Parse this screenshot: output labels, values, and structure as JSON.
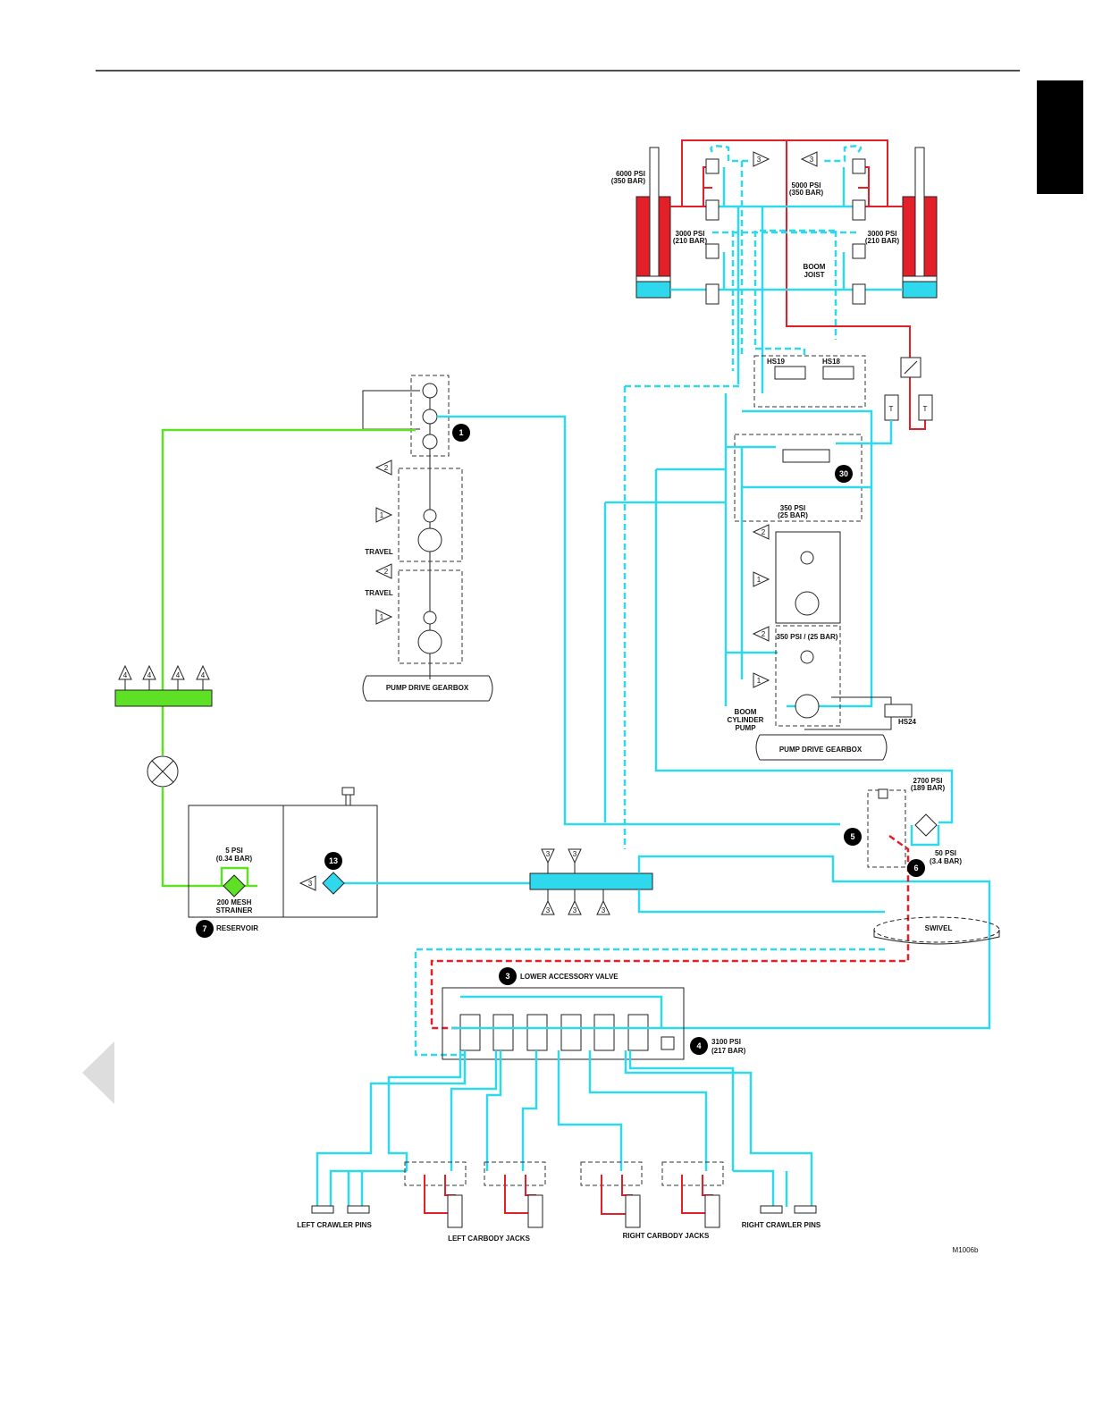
{
  "diagram": {
    "figure_id": "M1006b",
    "colors": {
      "pressure": "#e3202a",
      "return": "#2fd8ec",
      "suction": "#5ee025",
      "tab": "#000000"
    },
    "boom_hoist": {
      "relief_left": [
        "6000 PSI",
        "(350 BAR)"
      ],
      "relief_center": [
        "5000 PSI",
        "(350 BAR)"
      ],
      "brake_left": [
        "3000 PSI",
        "(210 BAR)"
      ],
      "brake_right": [
        "3000 PSI",
        "(210 BAR)"
      ],
      "label": [
        "BOOM",
        "JOIST"
      ],
      "port_left": "3",
      "port_right": "3"
    },
    "solenoids": {
      "hs19": "HS19",
      "hs18": "HS18",
      "hs24": "HS24",
      "tank_a": "T",
      "tank_b": "T"
    },
    "charge": {
      "badge": "30",
      "pressure": [
        "350 PSI",
        "(25 BAR)"
      ]
    },
    "boom_pump": {
      "port_2a": "2",
      "port_1a": "1",
      "port_2b": "2",
      "port_1b": "1",
      "pressure": "350 PSI / (25 BAR)",
      "label": [
        "BOOM",
        "CYLINDER",
        "PUMP"
      ],
      "gearbox": "PUMP DRIVE GEARBOX"
    },
    "travel_pumps": {
      "badge": "1",
      "port_2a": "2",
      "port_1a": "1",
      "port_2b": "2",
      "port_1b": "1",
      "travel_a": "TRAVEL",
      "travel_b": "TRAVEL",
      "gearbox": "PUMP DRIVE GEARBOX"
    },
    "suction_manifold": {
      "ports": [
        "4",
        "4",
        "4",
        "4"
      ]
    },
    "reservoir": {
      "badge": "7",
      "label": "RESERVOIR",
      "bypass": [
        "5 PSI",
        "(0.34 BAR)"
      ],
      "strainer": [
        "200 MESH",
        "STRAINER"
      ],
      "filter_badge": "13",
      "filter_port": "3"
    },
    "return_manifold": {
      "top_ports": [
        "3",
        "3"
      ],
      "bottom_ports": [
        "3",
        "3",
        "3"
      ]
    },
    "filter_group": {
      "badge_5": "5",
      "badge_6": "6",
      "relief": [
        "2700 PSI",
        "(189 BAR)"
      ],
      "bypass": [
        "50 PSI",
        "(3.4 BAR)"
      ],
      "swivel": "SWIVEL"
    },
    "lower_valve": {
      "badge": "3",
      "label": "LOWER ACCESSORY VALVE",
      "relief_badge": "4",
      "relief": [
        "3100 PSI",
        "(217 BAR)"
      ]
    },
    "outputs": {
      "left_pins": "LEFT CRAWLER PINS",
      "left_jacks": "LEFT CARBODY JACKS",
      "right_jacks": "RIGHT CARBODY JACKS",
      "right_pins": "RIGHT CRAWLER PINS"
    }
  }
}
